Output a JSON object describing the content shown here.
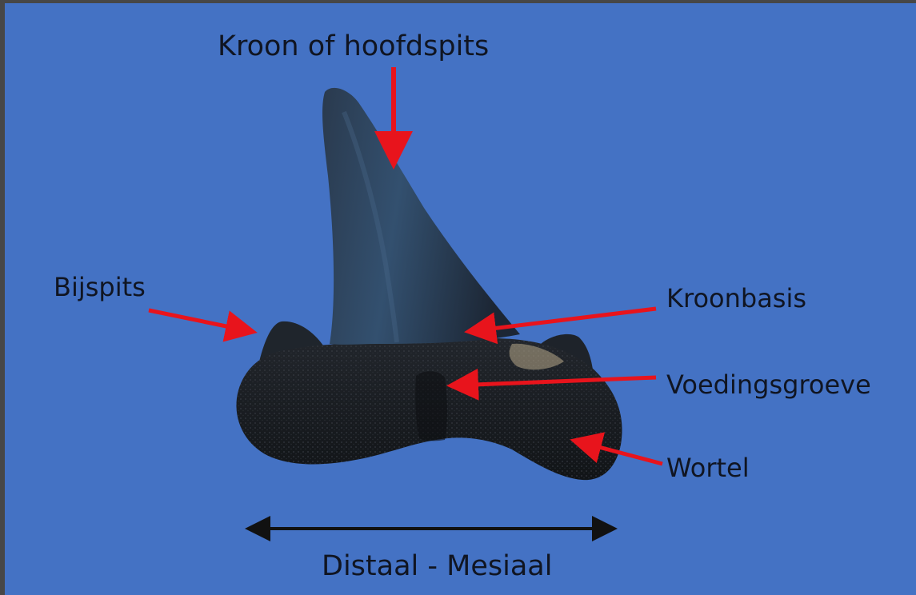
{
  "diagram": {
    "background_color": "#4472c4",
    "arrow_color": "#e8141c",
    "labels": {
      "crown": "Kroon of hoofdspits",
      "cusplet": "Bijspits",
      "crown_base": "Kroonbasis",
      "nutrient_groove": "Voedingsgroeve",
      "root": "Wortel",
      "axis": "Distaal - Mesiaal"
    }
  }
}
